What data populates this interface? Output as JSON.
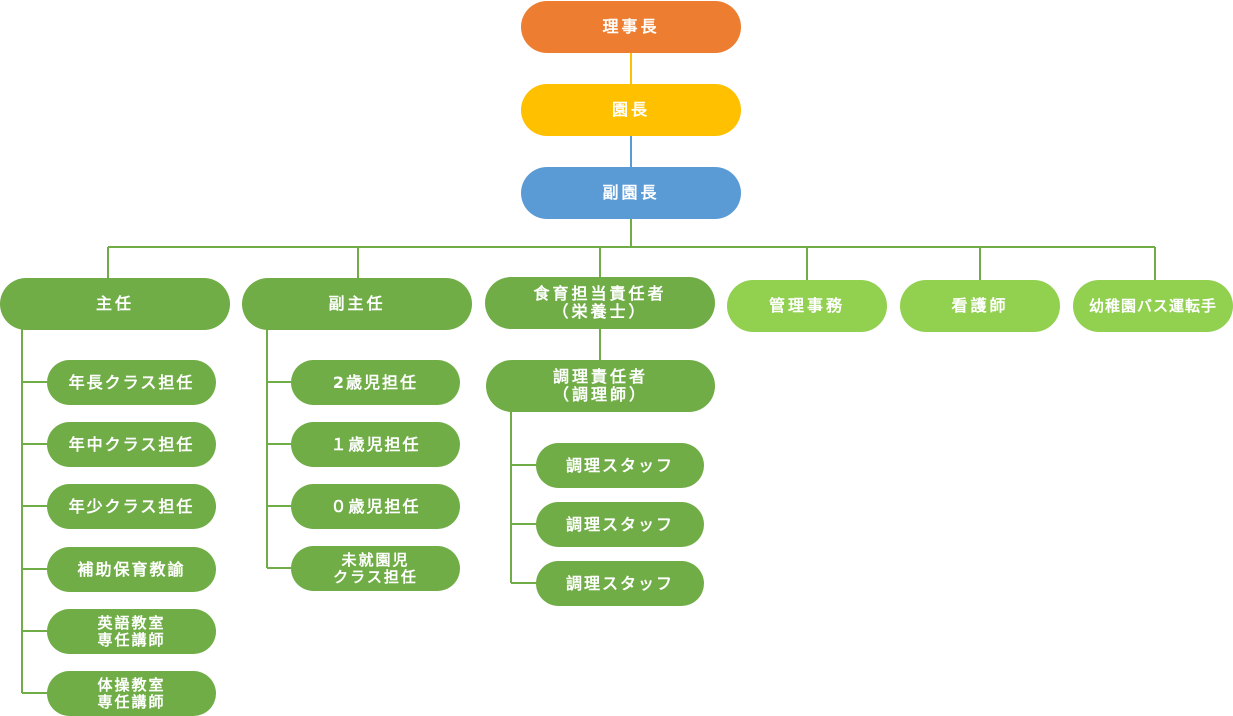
{
  "colors": {
    "chairman": "#ed7d31",
    "director": "#ffc000",
    "vice_director": "#5b9bd5",
    "staff": "#70ad47",
    "support": "#92d050",
    "line_yellow": "#ffc000",
    "line_blue": "#5b9bd5",
    "line_green": "#70ad47"
  },
  "top": {
    "chairman": "理事長",
    "director": "園長",
    "vice_director": "副園長"
  },
  "branches": {
    "head_teacher": {
      "label": "主任",
      "children": [
        "年長クラス担任",
        "年中クラス担任",
        "年少クラス担任",
        "補助保育教諭",
        "英語教室\n専任講師",
        "体操教室\n専任講師"
      ]
    },
    "assistant_head": {
      "label": "副主任",
      "children": [
        "2歳児担任",
        "１歳児担任",
        "０歳児担任",
        "未就園児\nクラス担任"
      ]
    },
    "food_education": {
      "label": "食育担当責任者\n（栄養士）",
      "sub": {
        "label": "調理責任者\n（調理師）",
        "children": [
          "調理スタッフ",
          "調理スタッフ",
          "調理スタッフ"
        ]
      }
    },
    "admin": {
      "label": "管理事務"
    },
    "nurse": {
      "label": "看護師"
    },
    "bus_driver": {
      "label": "幼稚園バス運転手"
    }
  }
}
